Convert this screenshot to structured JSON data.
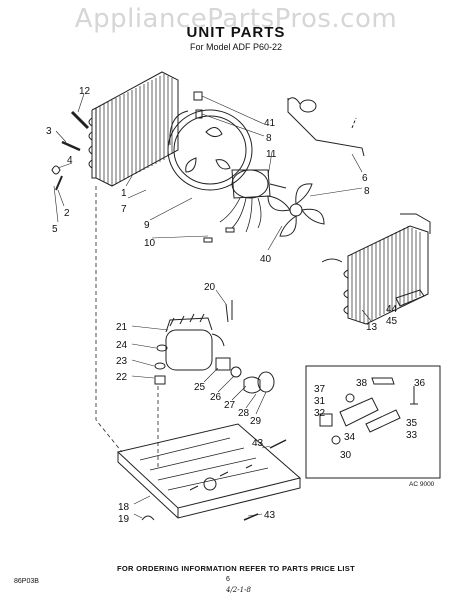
{
  "watermark": "AppliancePartsPros.com",
  "title": "UNIT PARTS",
  "subtitle": "For Model ADF P60-22",
  "footer": "FOR ORDERING INFORMATION REFER TO PARTS PRICE LIST",
  "footer_code": "86P03B",
  "page_number": "6",
  "handwritten_note": "4/2-1-8",
  "inset_caption": "AC 9000",
  "callouts": [
    "1",
    "2",
    "3",
    "4",
    "5",
    "6",
    "7",
    "8",
    "8",
    "9",
    "10",
    "11",
    "12",
    "13",
    "18",
    "19",
    "20",
    "21",
    "22",
    "23",
    "24",
    "25",
    "26",
    "27",
    "28",
    "29",
    "30",
    "31",
    "32",
    "33",
    "34",
    "35",
    "36",
    "37",
    "38",
    "40",
    "41",
    "43",
    "43",
    "44",
    "45"
  ]
}
